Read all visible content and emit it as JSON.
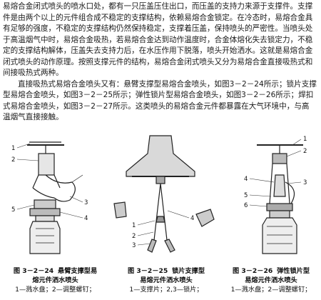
{
  "paragraph1": "易熔合金闭式喷头的喷水口处，都有一只压盖压住出口，而压盖的支持力来源于支撑件。支撑件是由两个以上的元件组合成不稳定的支撑结构，依赖易熔合金锁定。在冷态时，易熔合金具有足够的强度，不稳定的支撑结构仍然保持稳定，支撑着压盖，保持喷头的严密性。当喷头处于高温烟气中时，易熔合金吸热，若易熔合金达到动作温度时，合金体熔化失去锁定力，不稳定的支撑结构解体，压盖失去支持力后，在水压作用下脱落，喷头开始洒水。这就是易熔合金闭式喷头的动作原理。按照支撑元件的结构，易熔合金闭式喷头又分为易熔合金直接吸热式和间接吸热式两种。",
  "paragraph2": "直接吸热式易熔合金喷头又有：悬臂支撑型易熔合金喷头，如图3－2－24所示；锁片支撑型易熔合金喷头，如图3－2－25所示；弹性锁片型易熔合金喷头，如图3－2－26所示；焊扣式易熔合金喷头，如图3－2－27所示。这类喷头的易熔合金元件都暴露在大气环境中，与高温烟气直接接触。",
  "figures": [
    {
      "caption_num": "图 3－2－24",
      "caption_title_1": "悬臂支撑型易",
      "caption_title_2": "熔元件洒水喷头",
      "caption_parts": "1—溅水盘；2—调整螺钉；",
      "labels": [
        "1",
        "2",
        "3",
        "4",
        "5"
      ]
    },
    {
      "caption_num": "图 3－2－25",
      "caption_title_1": "锁片支撑型",
      "caption_title_2": "易熔元件洒水喷头",
      "caption_parts": "1—支撑片；2,3—锁片；",
      "labels": [
        "1",
        "2",
        "3",
        "4"
      ]
    },
    {
      "caption_num": "图 3－2－26",
      "caption_title_1": "弹性锁片型",
      "caption_title_2": "易熔元件洒水喷头",
      "caption_parts": "1—溅水盘；2—调整螺钉；",
      "labels": [
        "1",
        "2",
        "3",
        "4",
        "5",
        "6"
      ]
    }
  ]
}
